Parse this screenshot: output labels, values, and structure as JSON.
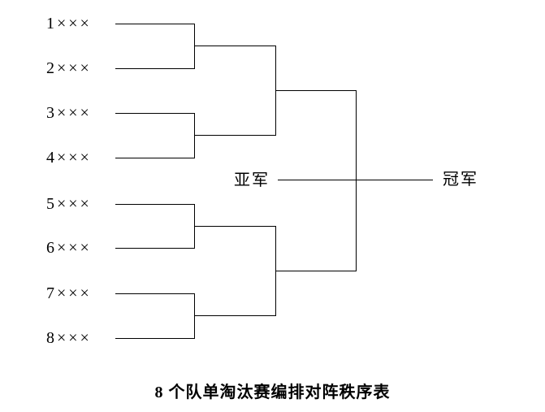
{
  "title": "8 个队单淘汰赛编排对阵秩序表",
  "bracket": {
    "type": "single-elimination",
    "team_count": 8,
    "teams": [
      "1×××",
      "2×××",
      "3×××",
      "4×××",
      "5×××",
      "6×××",
      "7×××",
      "8×××"
    ],
    "round1_pairs": [
      [
        "1×××",
        "2×××"
      ],
      [
        "3×××",
        "4×××"
      ],
      [
        "5×××",
        "6×××"
      ],
      [
        "7×××",
        "8×××"
      ]
    ],
    "runner_up_label": "亚军",
    "champion_label": "冠军"
  },
  "colors": {
    "background": "#ffffff",
    "line": "#000000",
    "text": "#000000"
  }
}
